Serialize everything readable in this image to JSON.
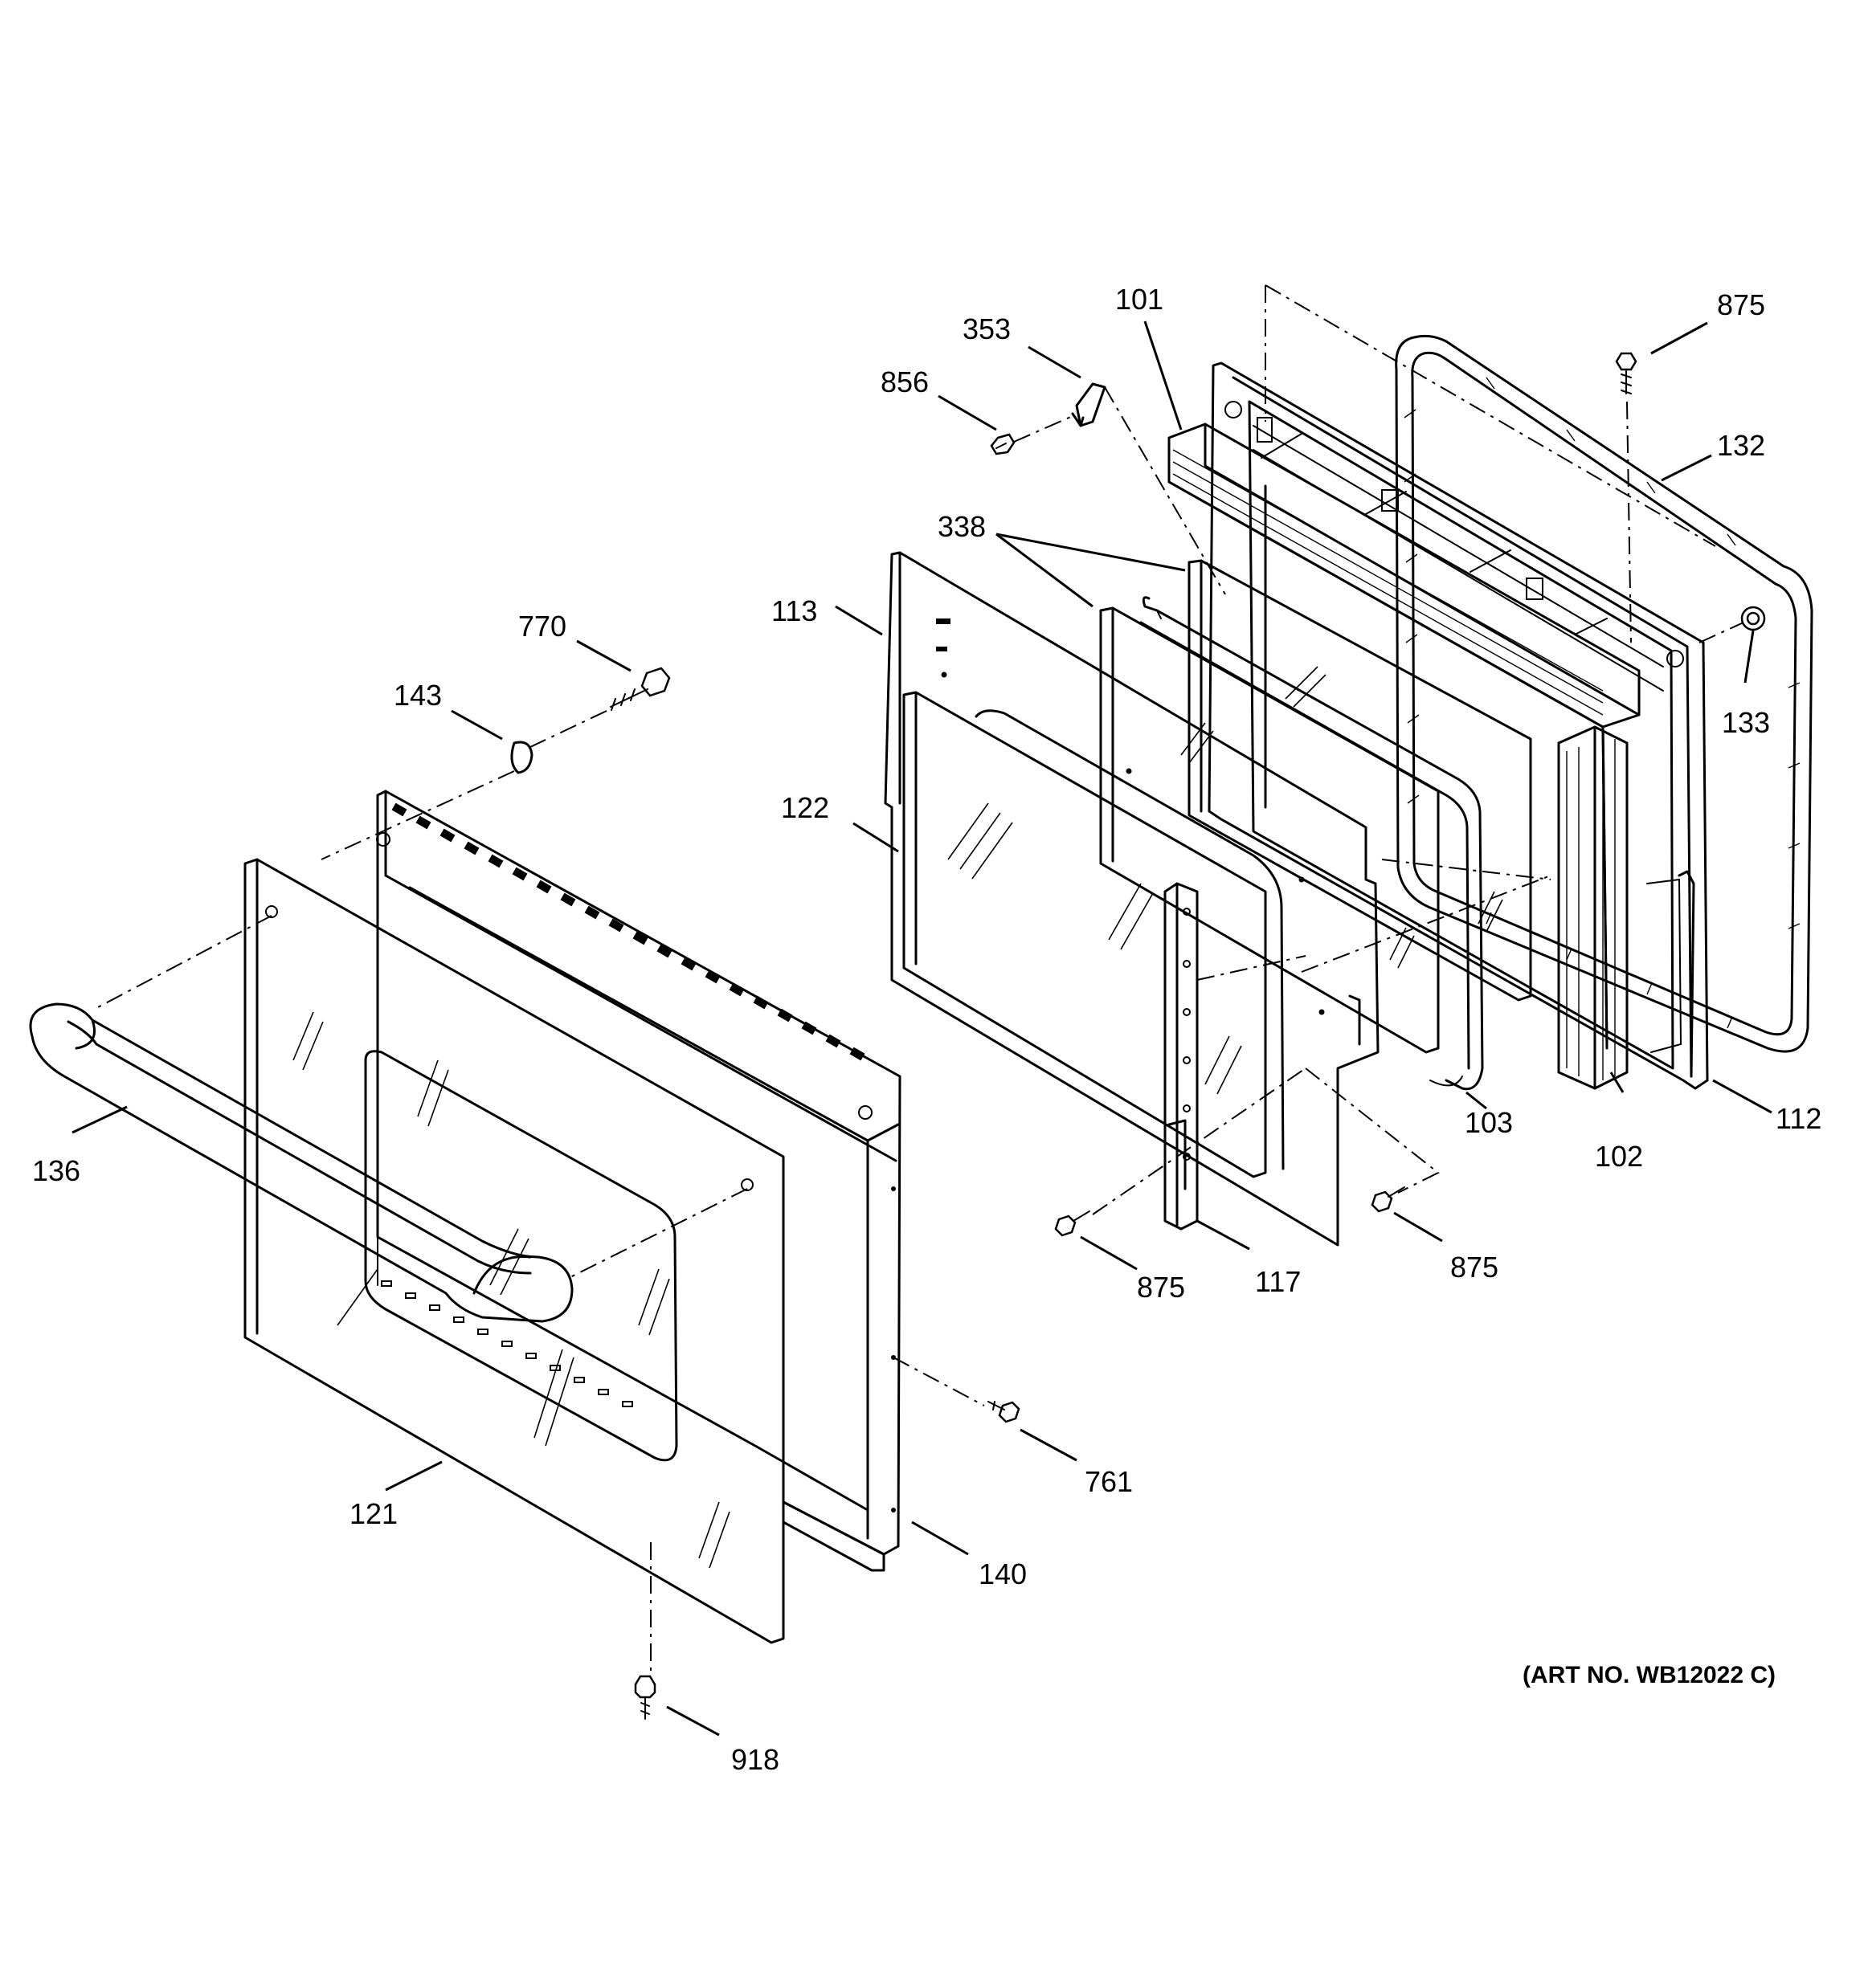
{
  "callouts": {
    "c101": "101",
    "c353": "353",
    "c856": "856",
    "c875_top": "875",
    "c132": "132",
    "c338": "338",
    "c113": "113",
    "c133": "133",
    "c122": "122",
    "c770": "770",
    "c143": "143",
    "c103": "103",
    "c102": "102",
    "c112": "112",
    "c136": "136",
    "c875_left": "875",
    "c117": "117",
    "c875_right": "875",
    "c761": "761",
    "c121": "121",
    "c140": "140",
    "c918": "918"
  },
  "art_number": "(ART NO. WB12022 C)"
}
